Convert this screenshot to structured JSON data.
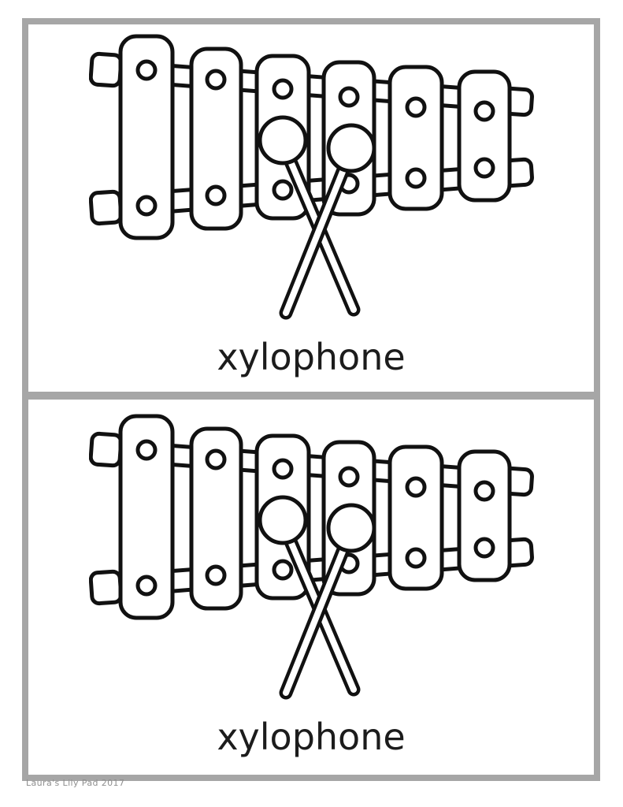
{
  "page": {
    "type": "printable-vocabulary-flashcards",
    "background_color": "#ffffff",
    "card_border_color": "#a6a6a6",
    "line_art_color": "#111111",
    "label_text_color": "#1c1c1c",
    "footer_text_color": "#8f8f8f",
    "footer_credit": "Laura's  Lily Pad 2017"
  },
  "cards": [
    {
      "label": "xylophone",
      "illustration": "xylophone-with-two-crossed-mallets-line-art"
    },
    {
      "label": "xylophone",
      "illustration": "xylophone-with-two-crossed-mallets-line-art"
    }
  ]
}
